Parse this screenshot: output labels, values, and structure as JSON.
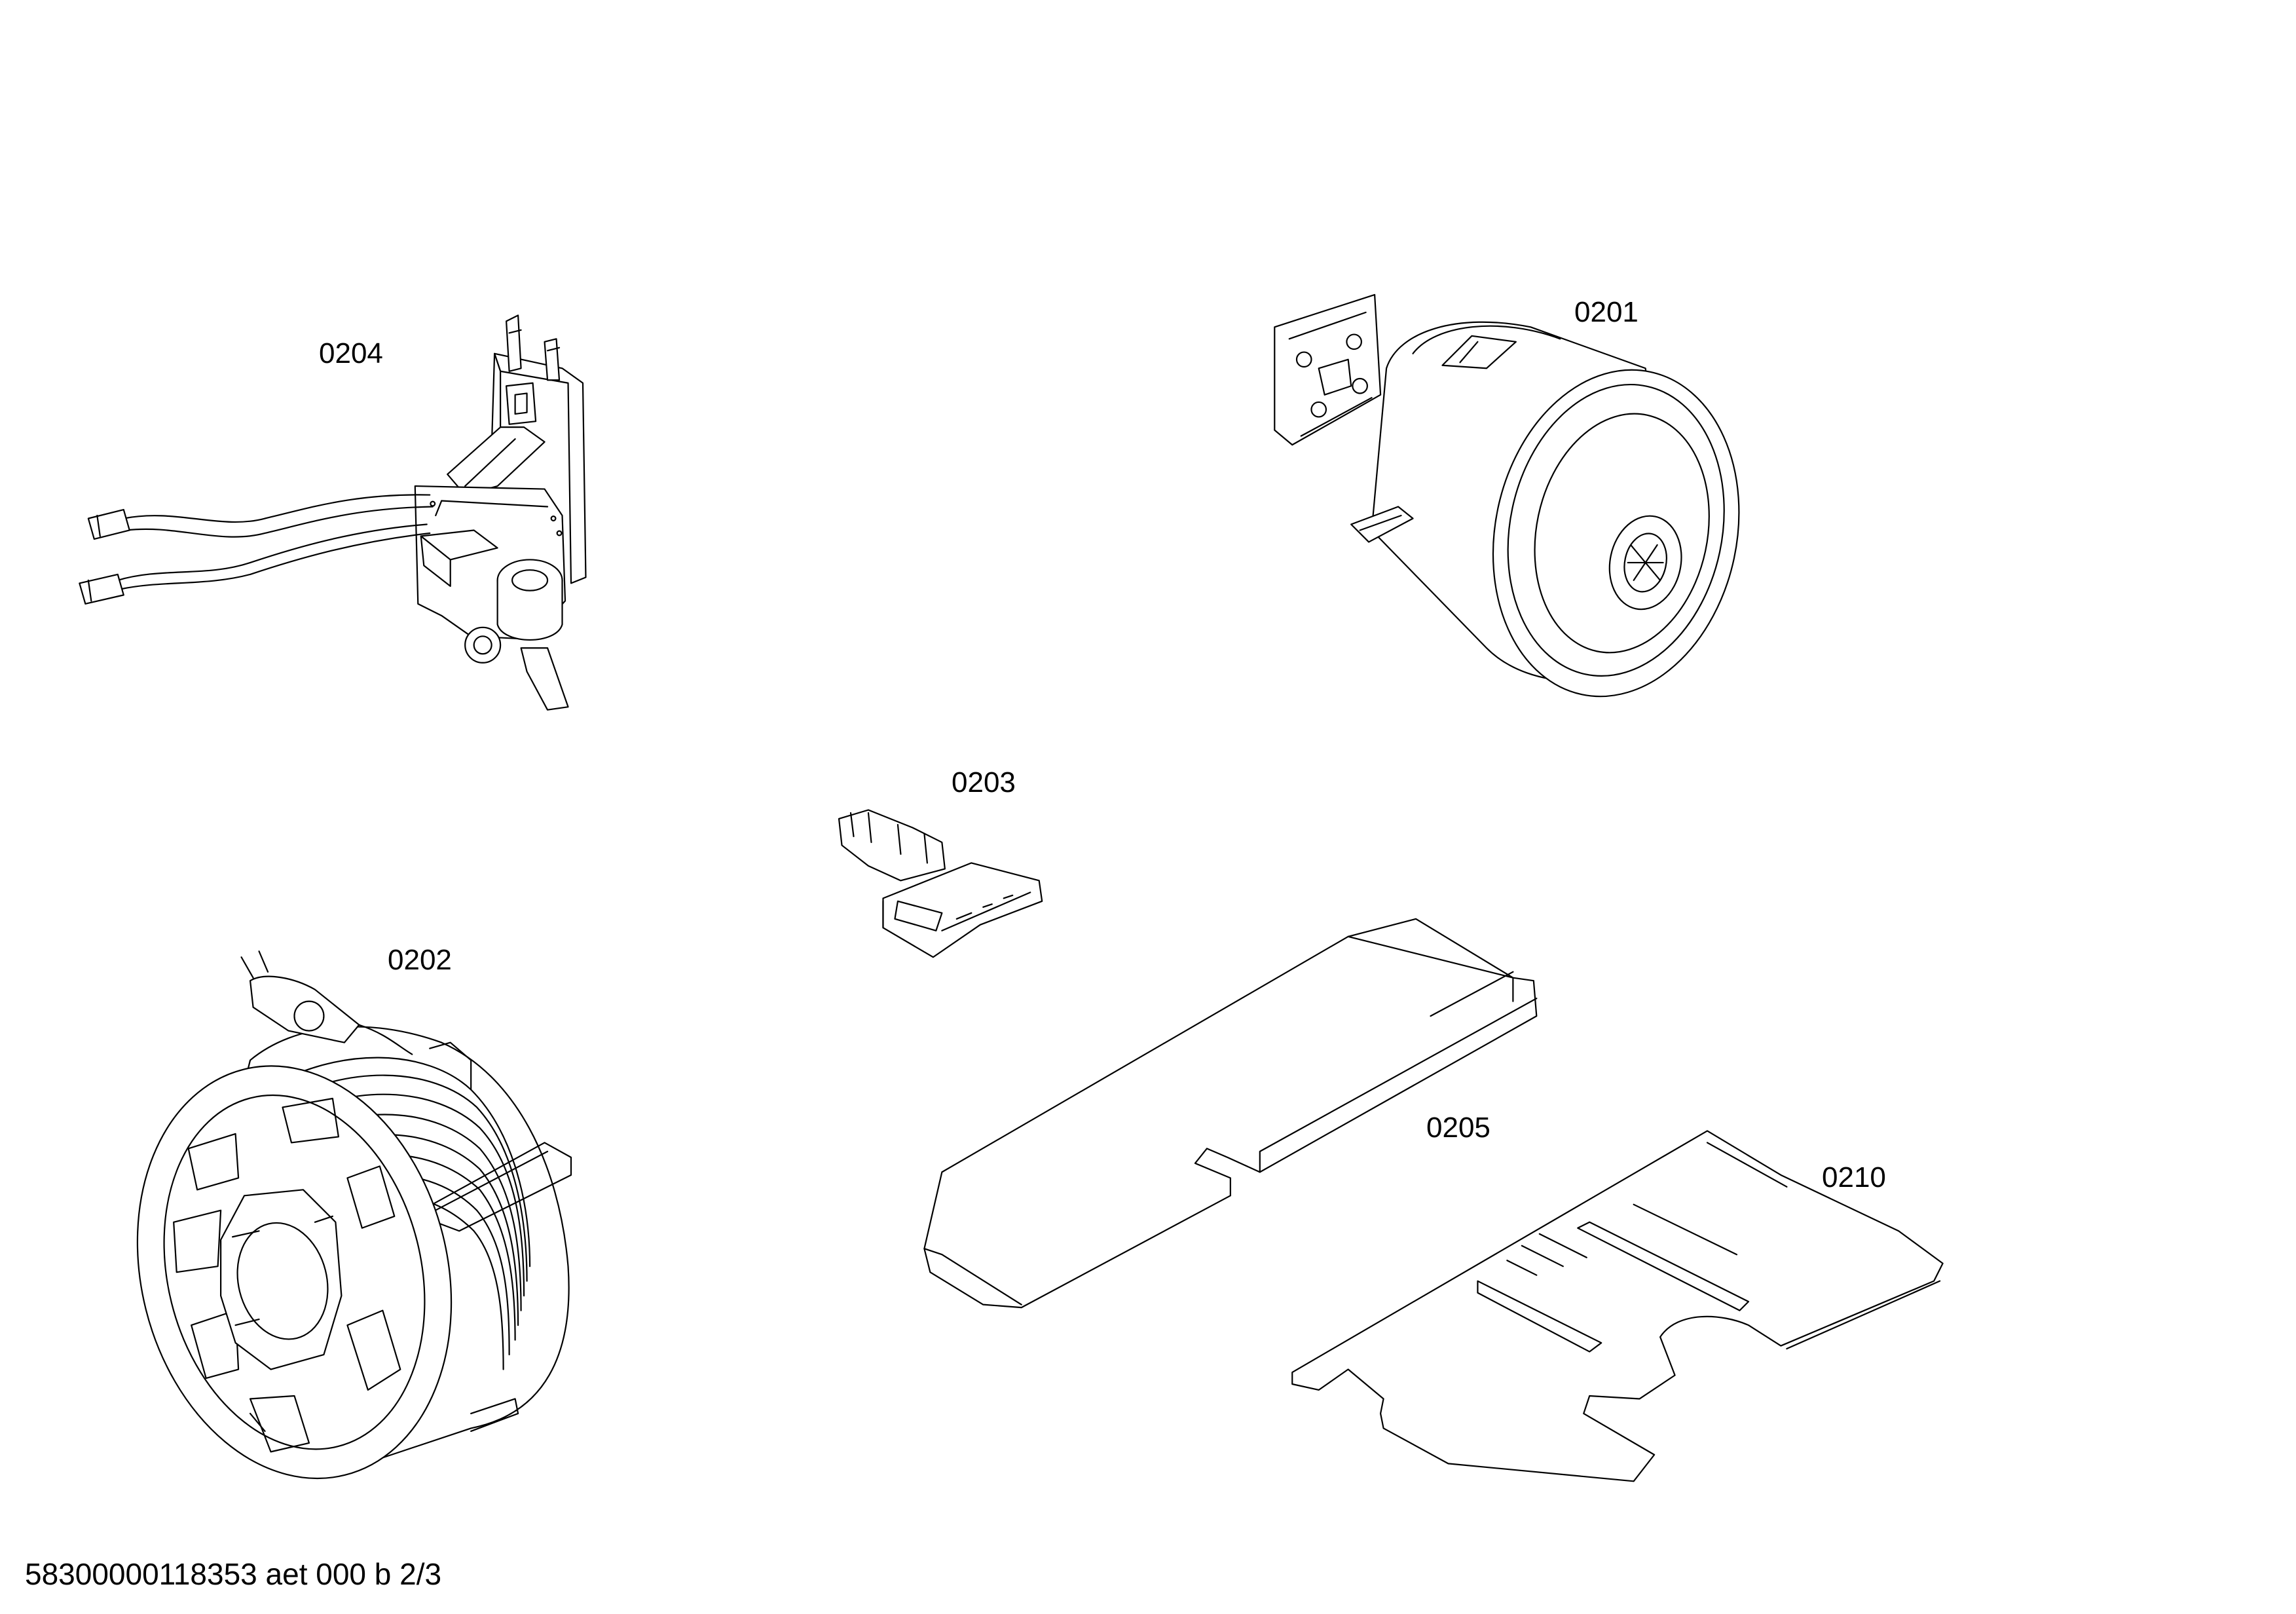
{
  "parts": [
    {
      "id": "motor",
      "number": "0201"
    },
    {
      "id": "cable_reel",
      "number": "0202"
    },
    {
      "id": "clip",
      "number": "0203"
    },
    {
      "id": "circuit_board",
      "number": "0204"
    },
    {
      "id": "pad_large",
      "number": "0205"
    },
    {
      "id": "pad_small",
      "number": "0210"
    }
  ],
  "footer": {
    "code": "58300000118353 aet 000 b 2/3"
  }
}
